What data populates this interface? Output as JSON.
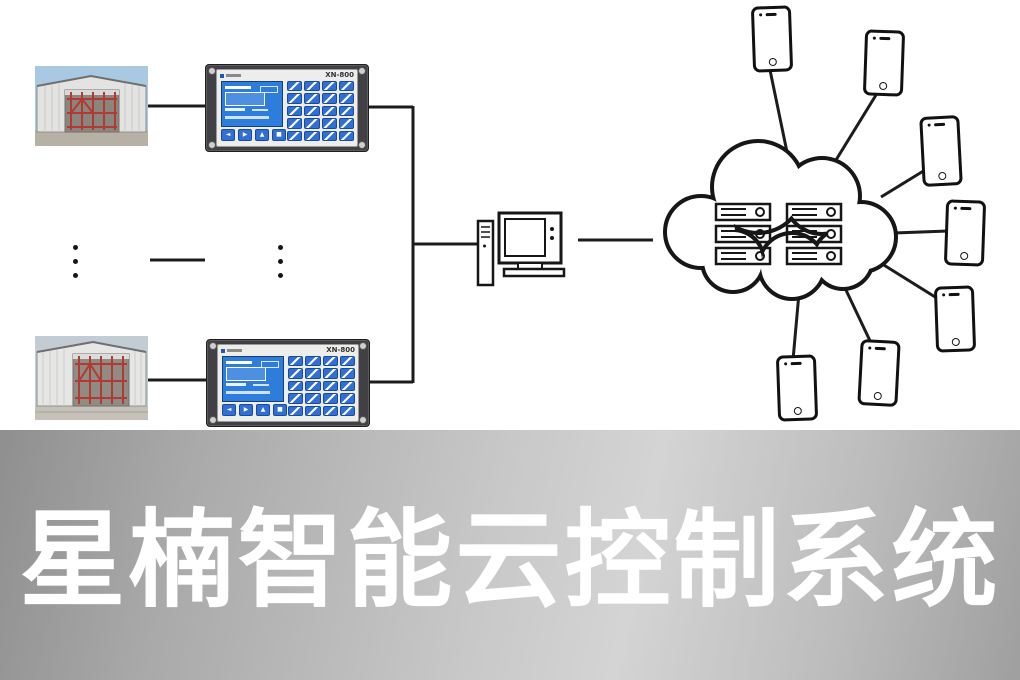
{
  "banner": {
    "title": "星楠智能云控制系统",
    "text_color": "#ffffff"
  },
  "controllers": {
    "top": {
      "model": "XN-800"
    },
    "bottom": {
      "model": "XN-800"
    },
    "nav_keys": [
      "◄",
      "▶",
      "▲",
      "■"
    ]
  },
  "colors": {
    "diagram_line": "#1c1c1c",
    "controller_screen_blue": "#2e7ddc",
    "controller_key_blue": "#2f6fd6",
    "scaffold_red": "#b23a32",
    "sky_blue": "#a9c9e2",
    "banner_gray_left": "#8f8f8f",
    "banner_gray_mid": "#d4d4d4"
  }
}
